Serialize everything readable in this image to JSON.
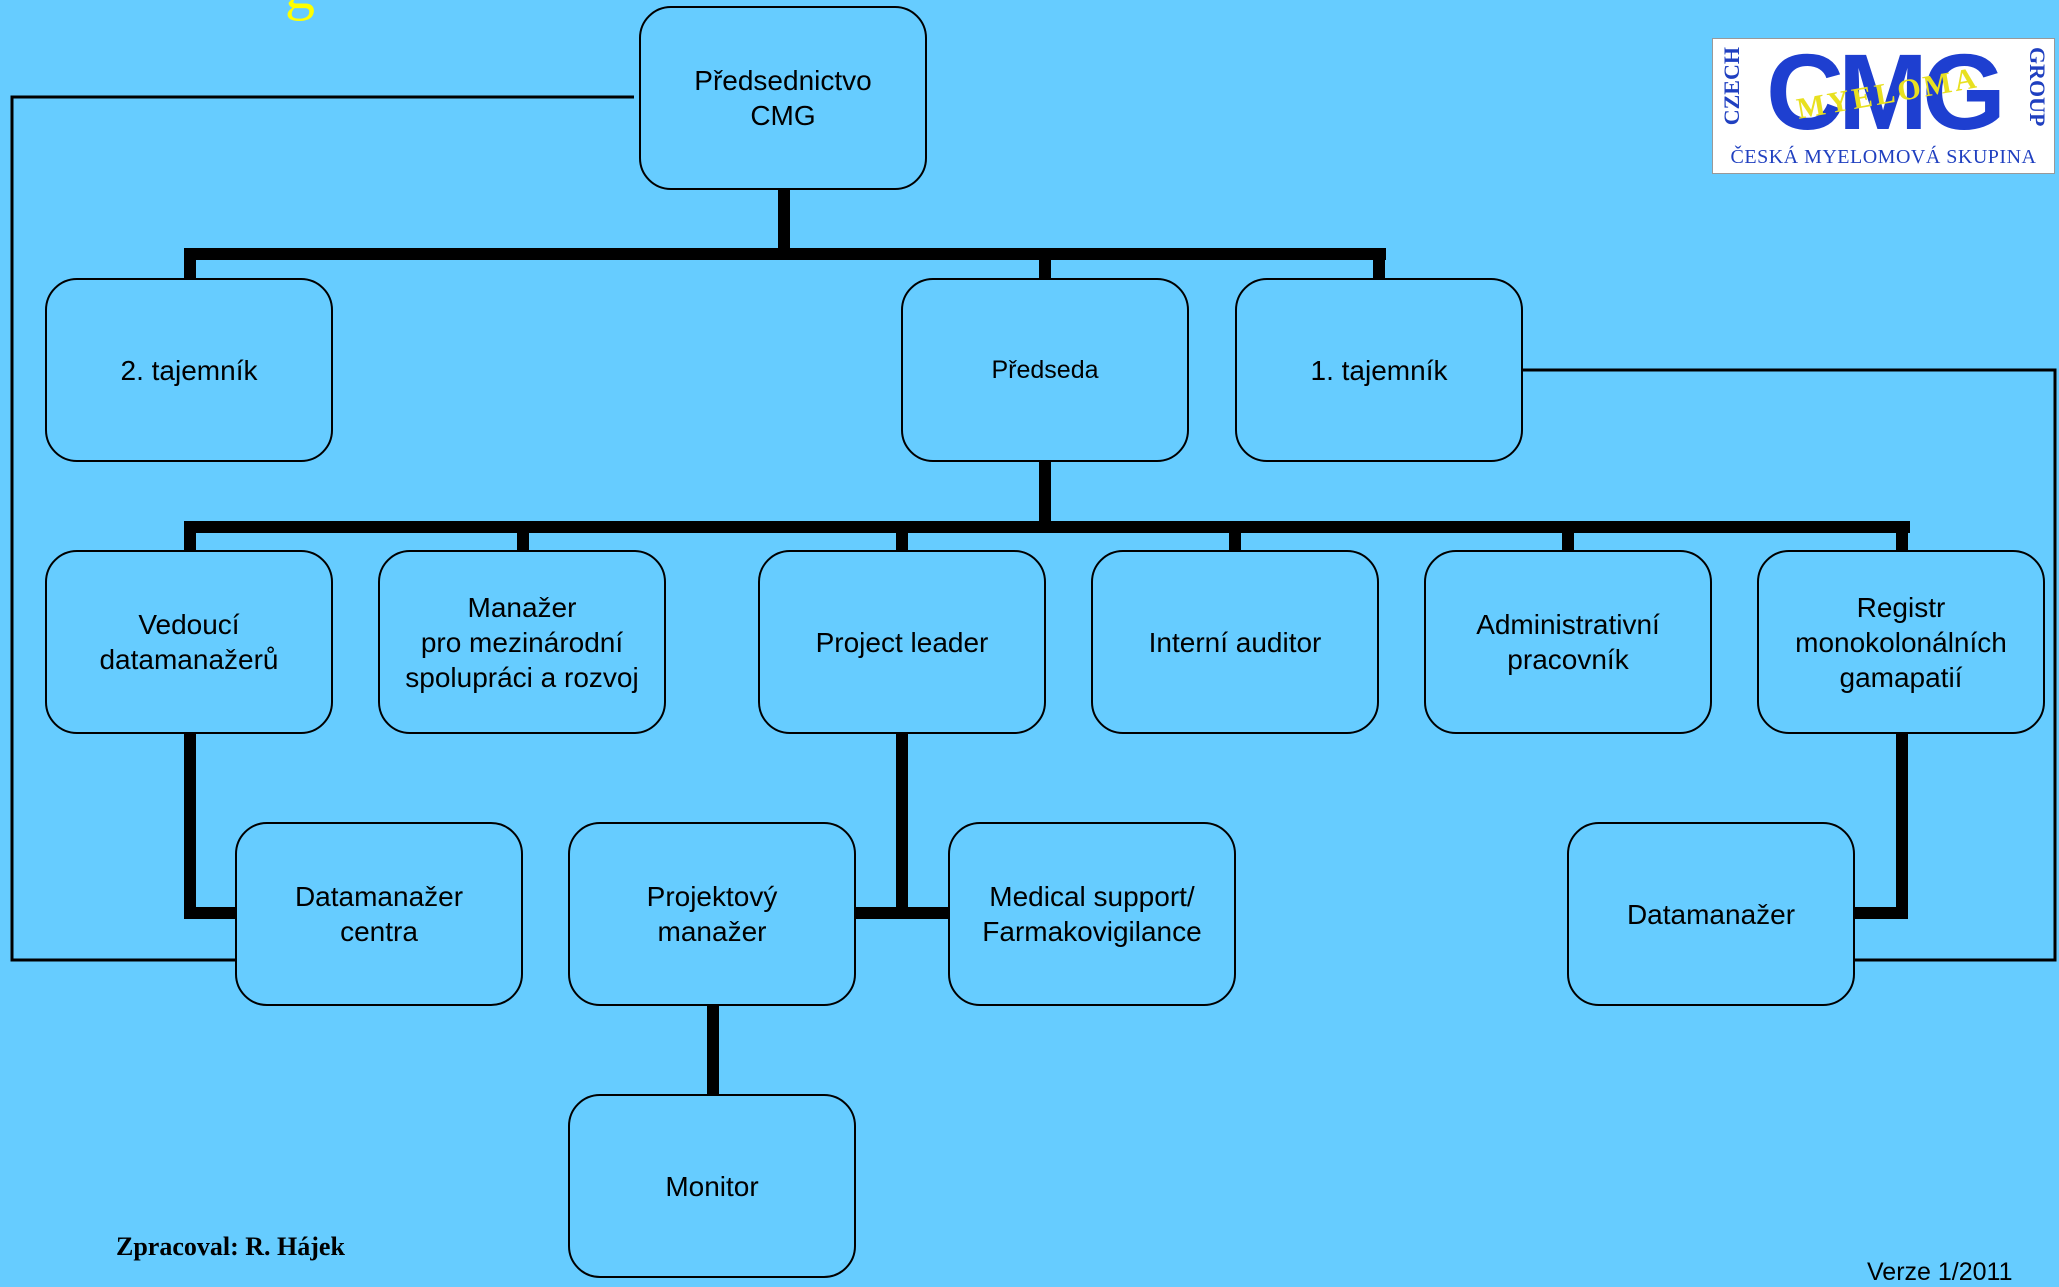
{
  "colors": {
    "background": "#66CCFF",
    "line": "#000000",
    "title_fragment": "#FFFF00",
    "logo_blue": "#1E3FD0",
    "logo_yellow": "#E8E020"
  },
  "title_fragment": "g",
  "logo": {
    "left_vertical": "CZECH",
    "center_big": "CMG",
    "center_overlay": "MYELOMA",
    "right_vertical": "GROUP",
    "bottom_text": "ČESKÁ MYELOMOVÁ SKUPINA"
  },
  "nodes": {
    "presidium": "Předsednictvo\nCMG",
    "secretary2": "2. tajemník",
    "chairman": "Předseda",
    "secretary1": "1. tajemník",
    "head_datamanagers": "Vedoucí\ndatamanažerů",
    "intl_manager": "Manažer\npro mezinárodní\nspolupráci a rozvoj",
    "project_leader": "Project leader",
    "internal_auditor": "Interní auditor",
    "admin_worker": "Administrativní\npracovník",
    "registry": "Registr\nmonokolonálních\ngamapatií",
    "center_datamanager": "Datamanažer\ncentra",
    "project_manager": "Projektový\nmanažer",
    "medical_support": "Medical support/\nFarmakovigilance",
    "datamanager": "Datamanažer",
    "monitor": "Monitor"
  },
  "footer": {
    "author": "Zpracoval: R. Hájek",
    "version": "Verze 1/2011"
  }
}
